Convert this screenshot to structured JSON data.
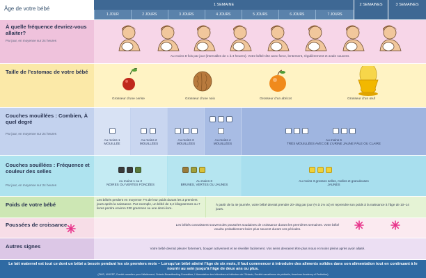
{
  "header": {
    "title": "Âge de votre bébé",
    "week1": "1 SEMAINE",
    "week2": "2 SEMAINES",
    "week3": "3 SEMAINES",
    "days": [
      "1 JOUR",
      "2 JOURS",
      "3 JOURS",
      "4 JOURS",
      "5 JOURS",
      "6 JOURS",
      "7 JOURS"
    ]
  },
  "rows": {
    "feeding": {
      "title": "À quelle fréquence devriez-vous allaiter?",
      "sub": "Par jour, en moyenne sur 24 heures",
      "note": "Au moins 8 fois par jour (intervalles de 1 à 3 heures). Votre bébé tète avec force, lentement, régulièrement et avale souvent."
    },
    "stomach": {
      "title": "Taille de l’estomac de votre bébé",
      "captions": [
        "Grosseur d’une cerise",
        "Grosseur d’une noix",
        "Grosseur d’un abricot",
        "Grosseur d’un œuf"
      ]
    },
    "wet": {
      "title": "Couches mouillées : Combien, À quel degré",
      "sub": "Par jour, en moyenne sur 24 heures",
      "captions": [
        [
          "Au moins 1",
          "MOUILLÉE"
        ],
        [
          "Au moins 2",
          "MOUILLÉES"
        ],
        [
          "Au moins 3",
          "MOUILLÉES"
        ],
        [
          "Au moins 4",
          "MOUILLÉES"
        ],
        [
          "Au moins 6",
          "TRÈS MOUILLÉES AVEC DE L’URINE JAUNE PÂLE OU CLAIRE"
        ]
      ]
    },
    "stool": {
      "title": "Couches souillées : Fréquence et couleur des selles",
      "sub": "Par jour, en moyenne sur 24 heures",
      "captions": [
        [
          "Au moins 1 ou 2",
          "NOIRES OU VERTES FONCÉES"
        ],
        [
          "Au moins 3",
          "BRUNES, VERTES OU JAUNES"
        ],
        [
          "Au moins 3 grosses selles, molles et granuleuses",
          "JAUNES"
        ]
      ]
    },
    "weight": {
      "title": "Poids de votre bébé",
      "a": "Les bébés perdent en moyenne 7% de leur poids durant les 3 premiers jours après la naissance. Par exemple, un bébé de 3,2 kilogrammes ou 7 livres perdra environ 230 grammes ou une demi-livre.",
      "b": "À partir de la 4e journée, votre bébé devrait prendre 20–35g par jour (⅔ à 1⅓ oz) et reprendre son poids à la naissance à l’âge de 10–14 jours."
    },
    "growth": {
      "title": "Poussées de croissance",
      "text": "Les bébés connaissent souvent des poussées soudaines de croissance durant les premières semaines. Votre bébé voudra probablement boire plus souvent durant ces périodes."
    },
    "signs": {
      "title": "Autres signes",
      "text": "Votre bébé devrait pleurer fortement, bouger activement et se réveiller facilement. Vos seins devraient être plus mous et moins pleins après avoir allaité."
    }
  },
  "footer": {
    "main": "Le lait maternel est tout ce dont un bébé a besoin pendant les six premiers mois – Lorsqu’un bébé atteint l’âge de six mois, il faut commencer à introduire des aliments solides dans son alimentation tout en continuant à le nourrir au sein jusqu’à l’âge de deux ans ou plus.",
    "sources": "(OMS, UNICEF, Comité canadien pour l’allaitement, Ontario Breastfeeding Committee, L’Association des infirmières et infirmiers de l’Ontario, Société canadienne de pédiatrie, American Academy of Pediatrics)"
  },
  "colors": {
    "header_blue": "#3e6894",
    "feeding_pink": "#f7d6e8",
    "stomach_yellow": "#fff3c4",
    "wet_blue": "#c3d2ee",
    "stool_cyan": "#aee3ef",
    "weight_green": "#e5f3d5",
    "footer_blue": "#2f6aa3"
  }
}
